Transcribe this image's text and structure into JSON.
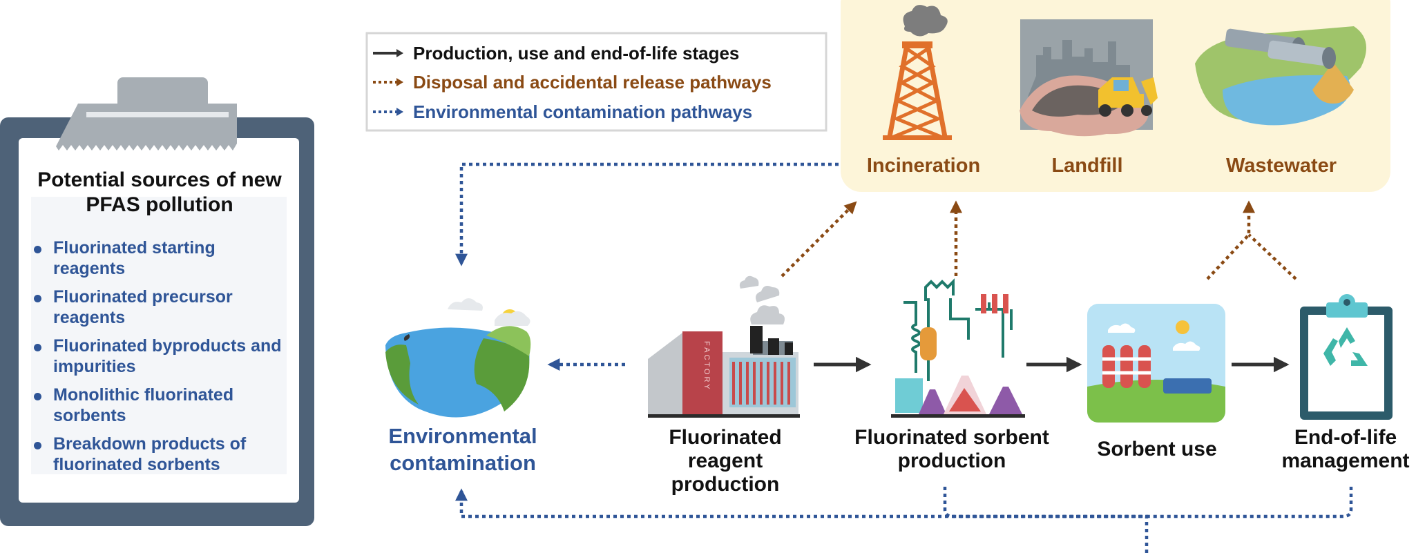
{
  "clipboard": {
    "title": "Potential sources of new PFAS pollution",
    "items": [
      {
        "label": "Fluorinated starting reagents"
      },
      {
        "label": "Fluorinated precursor reagents"
      },
      {
        "label": "Fluorinated byproducts and impurities"
      },
      {
        "label": "Monolithic fluorinated sorbents"
      },
      {
        "label": "Breakdown products of fluorinated sorbents"
      }
    ]
  },
  "legend": {
    "items": [
      {
        "label": "Production, use and end-of-life stages",
        "style": "solid",
        "color": "#333333"
      },
      {
        "label": "Disposal and accidental release pathways",
        "style": "dotted",
        "color": "#8a4a14"
      },
      {
        "label": "Environmental contamination pathways",
        "style": "dotted",
        "color": "#2f5597"
      }
    ]
  },
  "disposal": {
    "incineration": "Incineration",
    "landfill": "Landfill",
    "wastewater": "Wastewater"
  },
  "stages": {
    "environment": "Environmental contamination",
    "reagent": "Fluorinated reagent production",
    "sorbent_production": "Fluorinated sorbent production",
    "sorbent_use": "Sorbent use",
    "end_of_life": "End-of-life management"
  },
  "factory_sign": "FACTORY",
  "colors": {
    "blue": "#2f5597",
    "brown": "#8a4a14",
    "black": "#333333",
    "panel": "#fdf5d9",
    "clipboard": "#4e6278"
  }
}
